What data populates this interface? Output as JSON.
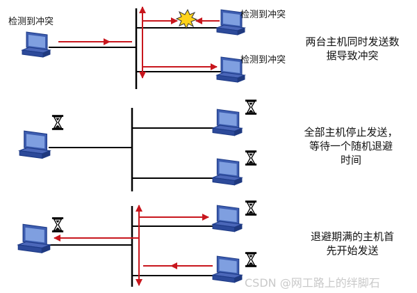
{
  "panel1": {
    "left_label": "检测到冲突",
    "top_right_label": "检测到冲突",
    "bottom_right_label": "检测到冲突",
    "description_lines": [
      "两台主机同时发送数",
      "据导致冲突"
    ]
  },
  "panel2": {
    "description_lines": [
      "全部主机停止发送，",
      "等待一个随机退避",
      "时间"
    ]
  },
  "panel3": {
    "description_lines": [
      "退避期满的主机首",
      "先开始发送"
    ]
  },
  "watermark": "CSDN @网工路上的绊脚石",
  "colors": {
    "signal": "#c8161d",
    "bus": "#000000",
    "computer": "#2e4fa1",
    "collision": "#ffd21a"
  },
  "icons": [
    "computer-icon",
    "hourglass-icon",
    "collision-burst-icon"
  ]
}
